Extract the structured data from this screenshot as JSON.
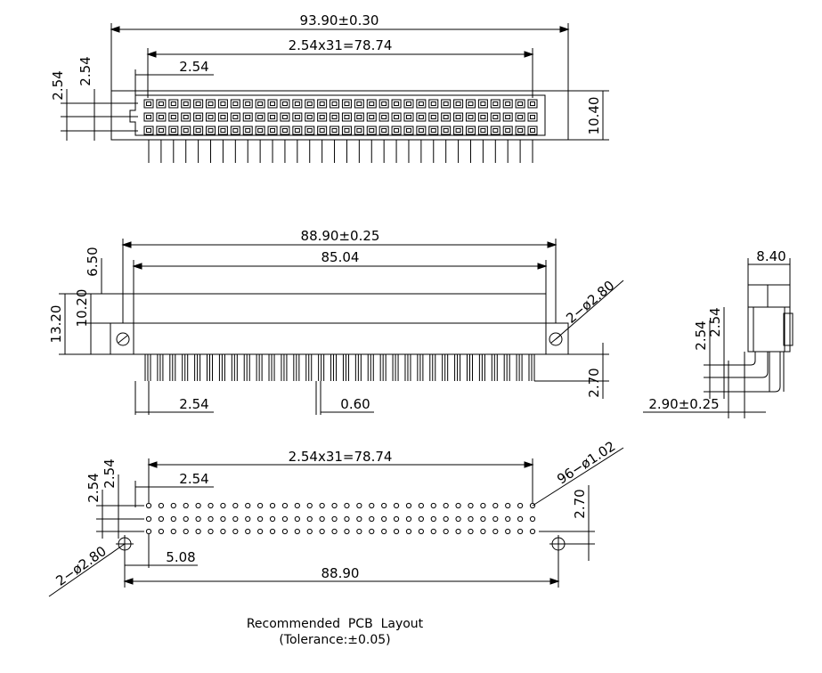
{
  "top_view": {
    "overall_width": "93.90±0.30",
    "pitch_span": "2.54x31=78.74",
    "pitch": "2.54",
    "row_pitch_a": "2.54",
    "row_pitch_b": "2.54",
    "height": "10.40"
  },
  "front_view": {
    "mount_span": "88.90±0.25",
    "body_width": "85.04",
    "top_offset": "6.50",
    "overall_height": "13.20",
    "mid_height": "10.20",
    "mount_hole": "2−ø2.80",
    "pitch": "2.54",
    "pin_width": "0.60",
    "tail_length": "2.70"
  },
  "side_view": {
    "depth": "8.40",
    "row_pitch_a": "2.54",
    "row_pitch_b": "2.54",
    "offset": "2.90±0.25"
  },
  "pcb_layout": {
    "pitch_span": "2.54x31=78.74",
    "hole_count_dia": "96−ø1.02",
    "pitch": "2.54",
    "row_pitch_a": "2.54",
    "row_pitch_b": "2.54",
    "row_to_hole": "2.70",
    "mount_hole": "2−ø2.80",
    "hole_offset": "5.08",
    "mount_span": "88.90",
    "caption_line1": "Recommended  PCB  Layout",
    "caption_line2": "(Tolerance:±0.05)"
  }
}
